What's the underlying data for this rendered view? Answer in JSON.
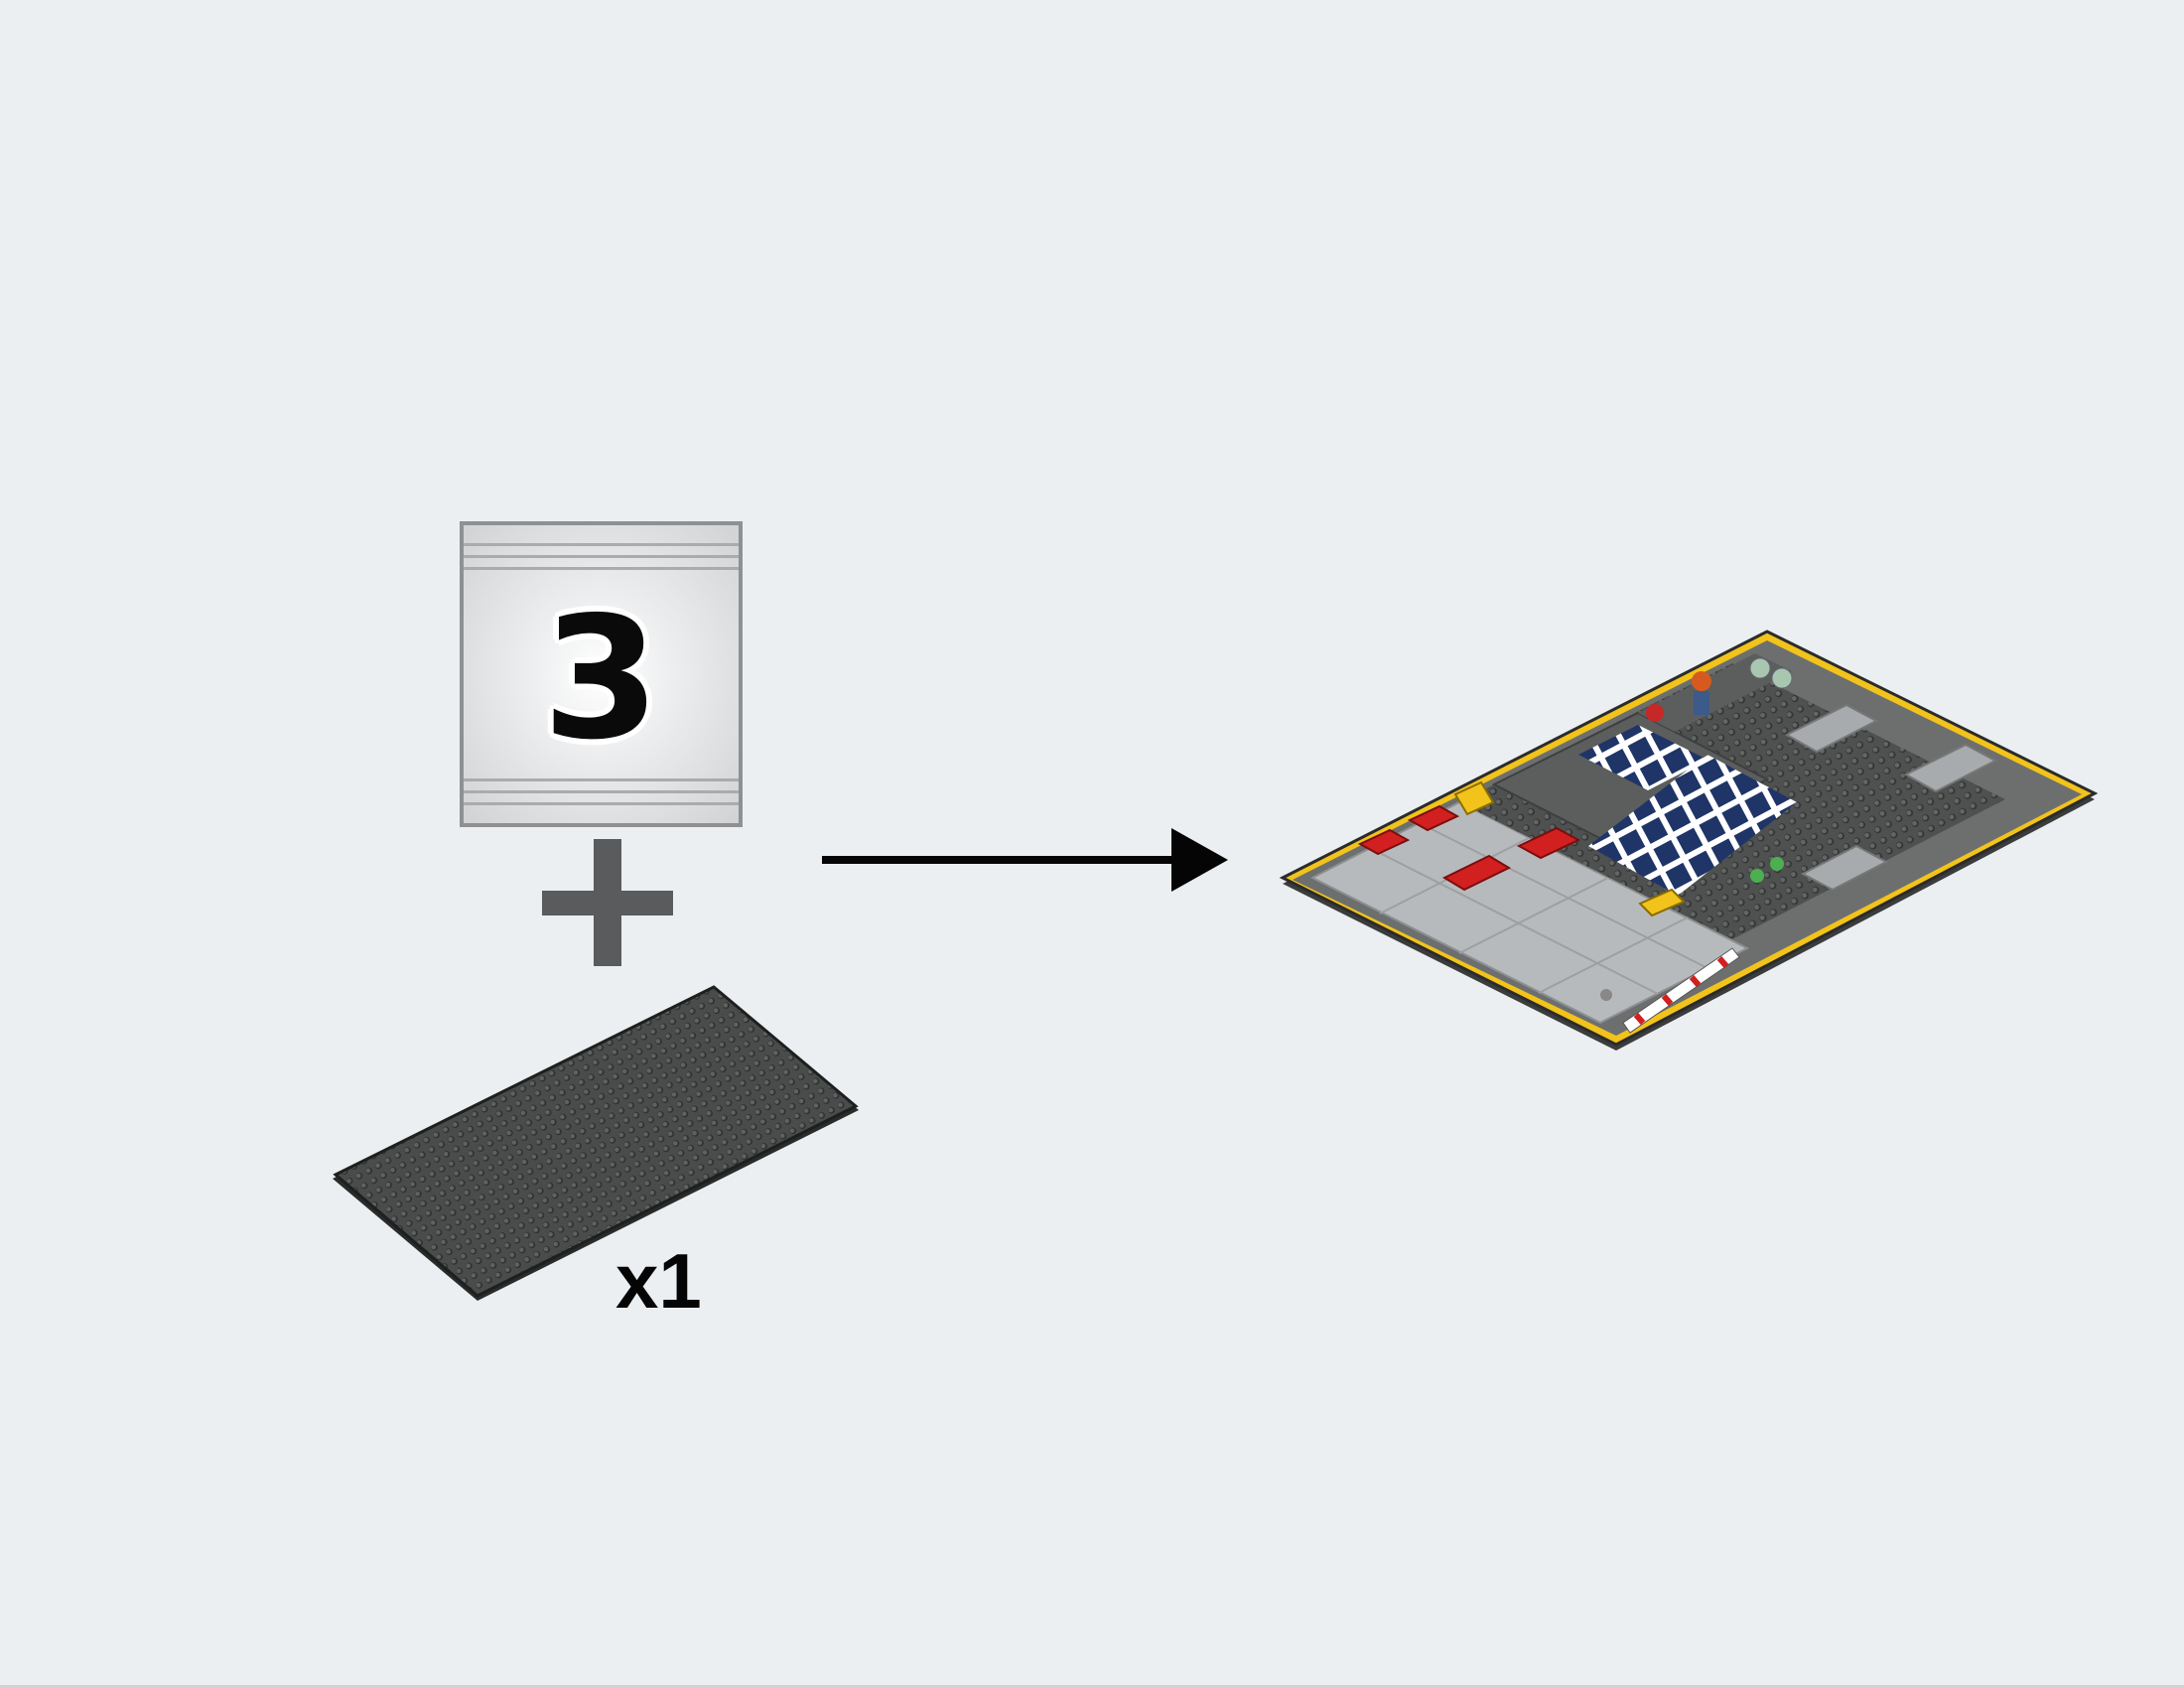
{
  "step": {
    "bag_number": "3",
    "quantity_label": "x1"
  },
  "icons": {
    "bag": "numbered-bag-icon",
    "plus": "plus-icon",
    "baseplate": "dark-gray-baseplate-icon",
    "arrow": "right-arrow-icon",
    "result": "assembled-model-image"
  },
  "colors": {
    "background": "#ebeff2",
    "baseplate": "#4b4d4c",
    "frame_yellow": "#f2c31b",
    "tile_blue": "#1f3467",
    "red_brick": "#d21f1f"
  }
}
